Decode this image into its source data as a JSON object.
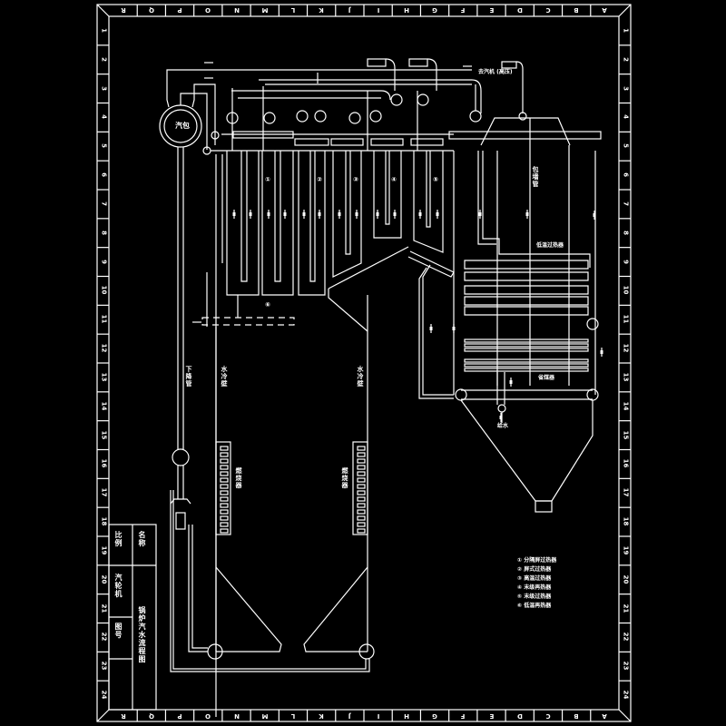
{
  "drawing": {
    "title": "锅炉汽水流程图",
    "border": {
      "column_letters": [
        "R",
        "Q",
        "P",
        "O",
        "N",
        "M",
        "L",
        "K",
        "J",
        "I",
        "H",
        "G",
        "F",
        "E",
        "D",
        "C",
        "B",
        "A"
      ],
      "row_numbers": [
        "1",
        "2",
        "3",
        "4",
        "5",
        "6",
        "7",
        "8",
        "9",
        "10",
        "11",
        "12",
        "13",
        "14",
        "15",
        "16",
        "17",
        "18",
        "19",
        "20",
        "21",
        "22",
        "23",
        "24"
      ]
    },
    "title_block": {
      "name_label": "名称",
      "scale_label": "比例",
      "drawing_title": "锅炉汽水流程图",
      "designer": "汽轮机",
      "number_label": "图号"
    },
    "labels": {
      "drum": "汽包",
      "downcomer": "下降管",
      "water_wall_left": "水冷壁",
      "water_wall_right": "水冷壁",
      "burner_left": "燃烧器",
      "burner_right": "燃烧器",
      "to_turbine": "去汽机 (高压)",
      "wall_tube": "包墙管",
      "low_temp_superheater": "低温过热器",
      "economizer": "省煤器",
      "feedwater": "给水",
      "panel_numbers": [
        "①",
        "②",
        "③",
        "④",
        "⑤",
        "⑥"
      ]
    },
    "legend": [
      {
        "num": "①",
        "text": "分隔屏过热器"
      },
      {
        "num": "②",
        "text": "屏式过热器"
      },
      {
        "num": "③",
        "text": "高温过热器"
      },
      {
        "num": "④",
        "text": "末级再热器"
      },
      {
        "num": "⑤",
        "text": "末级过热器"
      },
      {
        "num": "⑥",
        "text": "低温再热器"
      }
    ],
    "colors": {
      "background": "#000000",
      "line": "#ffffff"
    }
  }
}
